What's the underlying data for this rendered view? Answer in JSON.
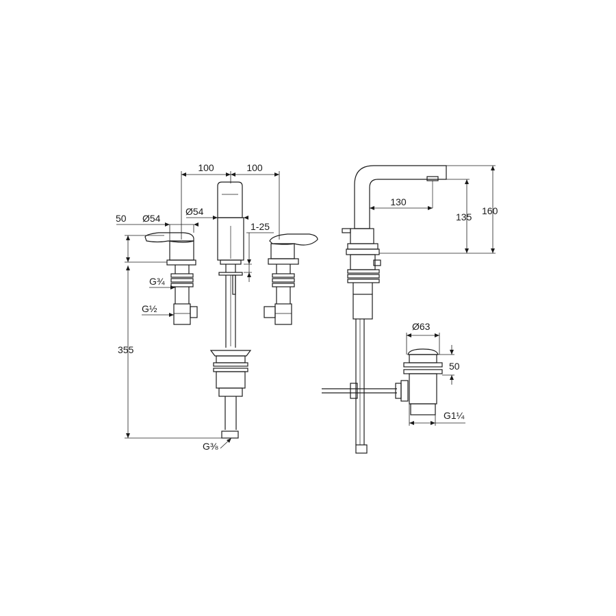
{
  "dimensions": {
    "spacing_left": "100",
    "spacing_right": "100",
    "handle_height": "50",
    "handle_diameter": "Ø54",
    "spout_diameter": "Ø54",
    "deck_thickness": "1-25",
    "thread_g34": "G¾",
    "thread_g12": "G½",
    "overall_depth": "355",
    "thread_g38": "G⅜",
    "spout_reach": "130",
    "spout_outlet_height": "135",
    "spout_total_height": "160",
    "waste_diameter": "Ø63",
    "waste_height": "50",
    "waste_thread": "G1¼"
  }
}
